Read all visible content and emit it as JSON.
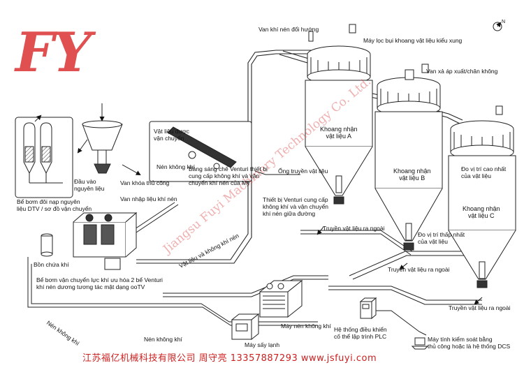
{
  "logo": {
    "text": "FY",
    "color": "#e05050"
  },
  "watermark": "Jiangsu Fuyi Machinery Technology Co. Ltd.",
  "footer": "江苏福亿机械科技有限公司 周守亮 13357887293 www.jsfuyi.com",
  "compass": "N",
  "labels": {
    "directional_valve": "Van khí nén đổi hướng",
    "dust_filter": "Máy lọc bụi khoang vật liệu kiểu xung",
    "pressure_vacuum_valve": "Van xả áp xuất/chân không",
    "chamber_a": "Khoang nhận\nvật liệu A",
    "chamber_b": "Khoang nhận\nvật liệu B",
    "chamber_c": "Khoang nhận\nvật liệu C",
    "high_level": "Đo vị trí cao nhất\ncủa vật liệu",
    "low_level": "Đo vị trí thấp nhất\ncủa vật liệu",
    "output_a": "Truyền vật liệu ra ngoài",
    "output_b": "Truyền vật liệu ra ngoài",
    "output_c": "Truyền vật liệu ra ngoài",
    "conveying_pipe": "Ống truyền vật liệu",
    "venturi_gear": "Thiết bị Venturi cung cấp\nkhông khí và vận chuyển\nkhí nén giữa đường",
    "venturi_wing": "Bảng sáng chế Venturi thiết bị\ncung cấp không khí và vận\nchuyển khí nén của Mỹ",
    "material_to_convey": "Vật liệu được\nvận chuyển",
    "compressed_air_1": "Nén không khí",
    "material_inlet": "Đầu vào\nnguyên liệu",
    "manual_valve": "Van khóa thủ công",
    "feed_valve": "Van nhập liệu khí nén",
    "pump_station": "Bể bơm đôi nạp nguyên\nliệu DTV / sơ đồ vận chuyển",
    "air_tank": "Bồn chứa khí",
    "pump_desc": "Bể bơm vận chuyển lực khí ưu hóa 2 bể Venturi\nkhí nén dương tương tác mật dạng ooTV",
    "material_air_line": "Vật liệu và không khí nén",
    "compressed_air_2": "Nén không khí",
    "compressed_air_3": "Nén không khí",
    "compressor": "Máy nén không khí",
    "dryer": "Máy sấy lạnh",
    "plc": "Hệ thống điều khiển\ncố thể lập trình PLC",
    "computer": "Máy tính kiểm soát bằng\nthủ công hoặc là hệ thống DCS"
  }
}
